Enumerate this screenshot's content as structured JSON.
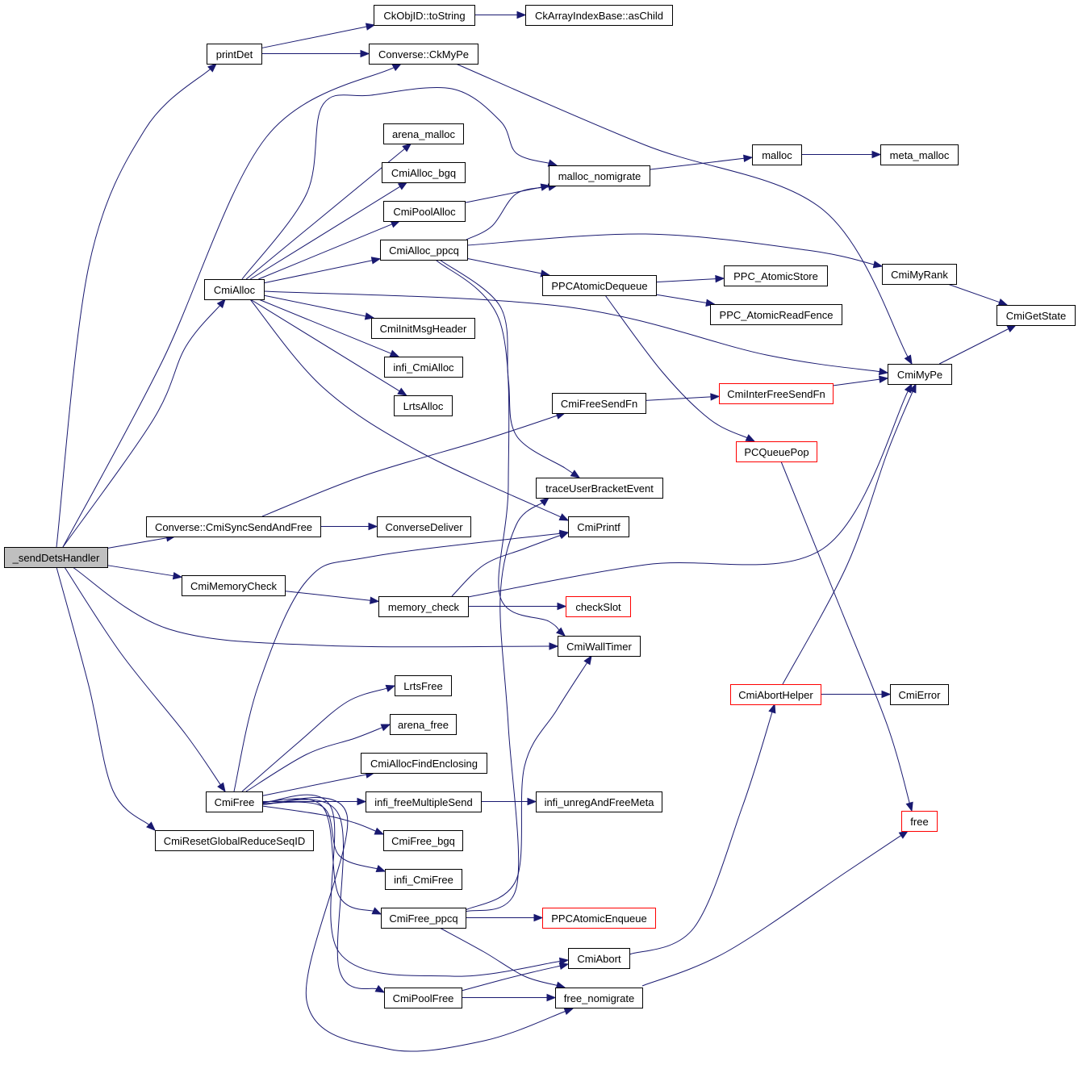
{
  "title": "_sendDetsHandler call graph",
  "colors": {
    "edge": "#191970",
    "node_border": "#000000",
    "external_border": "#ff0000",
    "root_fill": "#bfbfbf"
  },
  "nodes": [
    {
      "id": "sendDetsHandler",
      "label": "_sendDetsHandler",
      "kind": "root"
    },
    {
      "id": "printDet",
      "label": "printDet",
      "kind": "normal"
    },
    {
      "id": "CkObjID_toString",
      "label": "CkObjID::toString",
      "kind": "normal"
    },
    {
      "id": "CkArrayIndexBase_asChild",
      "label": "CkArrayIndexBase::asChild",
      "kind": "normal"
    },
    {
      "id": "Converse_CkMyPe",
      "label": "Converse::CkMyPe",
      "kind": "normal"
    },
    {
      "id": "arena_malloc",
      "label": "arena_malloc",
      "kind": "normal"
    },
    {
      "id": "CmiAlloc_bgq",
      "label": "CmiAlloc_bgq",
      "kind": "normal"
    },
    {
      "id": "malloc_nomigrate",
      "label": "malloc_nomigrate",
      "kind": "normal"
    },
    {
      "id": "malloc",
      "label": "malloc",
      "kind": "normal"
    },
    {
      "id": "meta_malloc",
      "label": "meta_malloc",
      "kind": "normal"
    },
    {
      "id": "CmiPoolAlloc",
      "label": "CmiPoolAlloc",
      "kind": "normal"
    },
    {
      "id": "CmiAlloc_ppcq",
      "label": "CmiAlloc_ppcq",
      "kind": "normal"
    },
    {
      "id": "CmiMyRank",
      "label": "CmiMyRank",
      "kind": "normal"
    },
    {
      "id": "PPCAtomicDequeue",
      "label": "PPCAtomicDequeue",
      "kind": "normal"
    },
    {
      "id": "PPC_AtomicStore",
      "label": "PPC_AtomicStore",
      "kind": "normal"
    },
    {
      "id": "CmiAlloc",
      "label": "CmiAlloc",
      "kind": "normal"
    },
    {
      "id": "CmiGetState",
      "label": "CmiGetState",
      "kind": "normal"
    },
    {
      "id": "PPC_AtomicReadFence",
      "label": "PPC_AtomicReadFence",
      "kind": "normal"
    },
    {
      "id": "CmiInitMsgHeader",
      "label": "CmiInitMsgHeader",
      "kind": "normal"
    },
    {
      "id": "infi_CmiAlloc",
      "label": "infi_CmiAlloc",
      "kind": "normal"
    },
    {
      "id": "CmiMyPe",
      "label": "CmiMyPe",
      "kind": "normal"
    },
    {
      "id": "CmiFreeSendFn",
      "label": "CmiFreeSendFn",
      "kind": "normal"
    },
    {
      "id": "CmiInterFreeSendFn",
      "label": "CmiInterFreeSendFn",
      "kind": "external"
    },
    {
      "id": "LrtsAlloc",
      "label": "LrtsAlloc",
      "kind": "normal"
    },
    {
      "id": "PCQueuePop",
      "label": "PCQueuePop",
      "kind": "external"
    },
    {
      "id": "traceUserBracketEvent",
      "label": "traceUserBracketEvent",
      "kind": "normal"
    },
    {
      "id": "Converse_CmiSyncSendAndFree",
      "label": "Converse::CmiSyncSendAndFree",
      "kind": "normal"
    },
    {
      "id": "ConverseDeliver",
      "label": "ConverseDeliver",
      "kind": "normal"
    },
    {
      "id": "CmiPrintf",
      "label": "CmiPrintf",
      "kind": "normal"
    },
    {
      "id": "CmiMemoryCheck",
      "label": "CmiMemoryCheck",
      "kind": "normal"
    },
    {
      "id": "memory_check",
      "label": "memory_check",
      "kind": "normal"
    },
    {
      "id": "checkSlot",
      "label": "checkSlot",
      "kind": "external"
    },
    {
      "id": "CmiWallTimer",
      "label": "CmiWallTimer",
      "kind": "normal"
    },
    {
      "id": "LrtsFree",
      "label": "LrtsFree",
      "kind": "normal"
    },
    {
      "id": "CmiAbortHelper",
      "label": "CmiAbortHelper",
      "kind": "external"
    },
    {
      "id": "CmiError",
      "label": "CmiError",
      "kind": "normal"
    },
    {
      "id": "arena_free",
      "label": "arena_free",
      "kind": "normal"
    },
    {
      "id": "CmiAllocFindEnclosing",
      "label": "CmiAllocFindEnclosing",
      "kind": "normal"
    },
    {
      "id": "CmiFree",
      "label": "CmiFree",
      "kind": "normal"
    },
    {
      "id": "infi_freeMultipleSend",
      "label": "infi_freeMultipleSend",
      "kind": "normal"
    },
    {
      "id": "infi_unregAndFreeMeta",
      "label": "infi_unregAndFreeMeta",
      "kind": "normal"
    },
    {
      "id": "free",
      "label": "free",
      "kind": "external"
    },
    {
      "id": "CmiResetGlobalReduceSeqID",
      "label": "CmiResetGlobalReduceSeqID",
      "kind": "normal"
    },
    {
      "id": "CmiFree_bgq",
      "label": "CmiFree_bgq",
      "kind": "normal"
    },
    {
      "id": "infi_CmiFree",
      "label": "infi_CmiFree",
      "kind": "normal"
    },
    {
      "id": "CmiFree_ppcq",
      "label": "CmiFree_ppcq",
      "kind": "normal"
    },
    {
      "id": "PPCAtomicEnqueue",
      "label": "PPCAtomicEnqueue",
      "kind": "external"
    },
    {
      "id": "CmiAbort",
      "label": "CmiAbort",
      "kind": "normal"
    },
    {
      "id": "CmiPoolFree",
      "label": "CmiPoolFree",
      "kind": "normal"
    },
    {
      "id": "free_nomigrate",
      "label": "free_nomigrate",
      "kind": "normal"
    }
  ],
  "edges": [
    [
      "sendDetsHandler",
      "printDet"
    ],
    [
      "sendDetsHandler",
      "Converse_CkMyPe"
    ],
    [
      "sendDetsHandler",
      "CmiAlloc"
    ],
    [
      "sendDetsHandler",
      "Converse_CmiSyncSendAndFree"
    ],
    [
      "sendDetsHandler",
      "CmiMemoryCheck"
    ],
    [
      "sendDetsHandler",
      "CmiWallTimer"
    ],
    [
      "sendDetsHandler",
      "CmiFree"
    ],
    [
      "sendDetsHandler",
      "CmiResetGlobalReduceSeqID"
    ],
    [
      "printDet",
      "CkObjID_toString"
    ],
    [
      "printDet",
      "Converse_CkMyPe"
    ],
    [
      "CkObjID_toString",
      "CkArrayIndexBase_asChild"
    ],
    [
      "Converse_CkMyPe",
      "CmiMyPe"
    ],
    [
      "CmiAlloc",
      "arena_malloc"
    ],
    [
      "CmiAlloc",
      "CmiAlloc_bgq"
    ],
    [
      "CmiAlloc",
      "malloc_nomigrate"
    ],
    [
      "CmiAlloc",
      "CmiPoolAlloc"
    ],
    [
      "CmiAlloc",
      "CmiAlloc_ppcq"
    ],
    [
      "CmiAlloc",
      "CmiInitMsgHeader"
    ],
    [
      "CmiAlloc",
      "infi_CmiAlloc"
    ],
    [
      "CmiAlloc",
      "LrtsAlloc"
    ],
    [
      "CmiAlloc",
      "CmiMyPe"
    ],
    [
      "CmiAlloc",
      "CmiPrintf"
    ],
    [
      "CmiPoolAlloc",
      "malloc_nomigrate"
    ],
    [
      "CmiAlloc_ppcq",
      "malloc_nomigrate"
    ],
    [
      "CmiAlloc_ppcq",
      "CmiMyRank"
    ],
    [
      "CmiAlloc_ppcq",
      "PPCAtomicDequeue"
    ],
    [
      "CmiAlloc_ppcq",
      "traceUserBracketEvent"
    ],
    [
      "CmiAlloc_ppcq",
      "CmiWallTimer"
    ],
    [
      "malloc_nomigrate",
      "malloc"
    ],
    [
      "malloc",
      "meta_malloc"
    ],
    [
      "PPCAtomicDequeue",
      "PPC_AtomicStore"
    ],
    [
      "PPCAtomicDequeue",
      "PPC_AtomicReadFence"
    ],
    [
      "PPCAtomicDequeue",
      "PCQueuePop"
    ],
    [
      "CmiMyRank",
      "CmiGetState"
    ],
    [
      "CmiMyPe",
      "CmiGetState"
    ],
    [
      "CmiFreeSendFn",
      "CmiInterFreeSendFn"
    ],
    [
      "CmiInterFreeSendFn",
      "CmiMyPe"
    ],
    [
      "PCQueuePop",
      "free"
    ],
    [
      "Converse_CmiSyncSendAndFree",
      "CmiFreeSendFn"
    ],
    [
      "Converse_CmiSyncSendAndFree",
      "ConverseDeliver"
    ],
    [
      "CmiMemoryCheck",
      "memory_check"
    ],
    [
      "memory_check",
      "CmiPrintf"
    ],
    [
      "memory_check",
      "checkSlot"
    ],
    [
      "memory_check",
      "CmiMyPe"
    ],
    [
      "CmiFree",
      "LrtsFree"
    ],
    [
      "CmiFree",
      "arena_free"
    ],
    [
      "CmiFree",
      "CmiAllocFindEnclosing"
    ],
    [
      "CmiFree",
      "infi_freeMultipleSend"
    ],
    [
      "CmiFree",
      "CmiFree_bgq"
    ],
    [
      "CmiFree",
      "infi_CmiFree"
    ],
    [
      "CmiFree",
      "CmiFree_ppcq"
    ],
    [
      "CmiFree",
      "CmiAbort"
    ],
    [
      "CmiFree",
      "CmiPoolFree"
    ],
    [
      "CmiFree",
      "free_nomigrate"
    ],
    [
      "CmiFree",
      "CmiPrintf"
    ],
    [
      "infi_freeMultipleSend",
      "infi_unregAndFreeMeta"
    ],
    [
      "CmiFree_ppcq",
      "PPCAtomicEnqueue"
    ],
    [
      "CmiFree_ppcq",
      "traceUserBracketEvent"
    ],
    [
      "CmiFree_ppcq",
      "CmiWallTimer"
    ],
    [
      "CmiFree_ppcq",
      "free_nomigrate"
    ],
    [
      "CmiAbort",
      "CmiAbortHelper"
    ],
    [
      "CmiAbortHelper",
      "CmiError"
    ],
    [
      "CmiAbortHelper",
      "CmiMyPe"
    ],
    [
      "CmiPoolFree",
      "CmiAbort"
    ],
    [
      "CmiPoolFree",
      "free_nomigrate"
    ],
    [
      "free_nomigrate",
      "free"
    ]
  ]
}
